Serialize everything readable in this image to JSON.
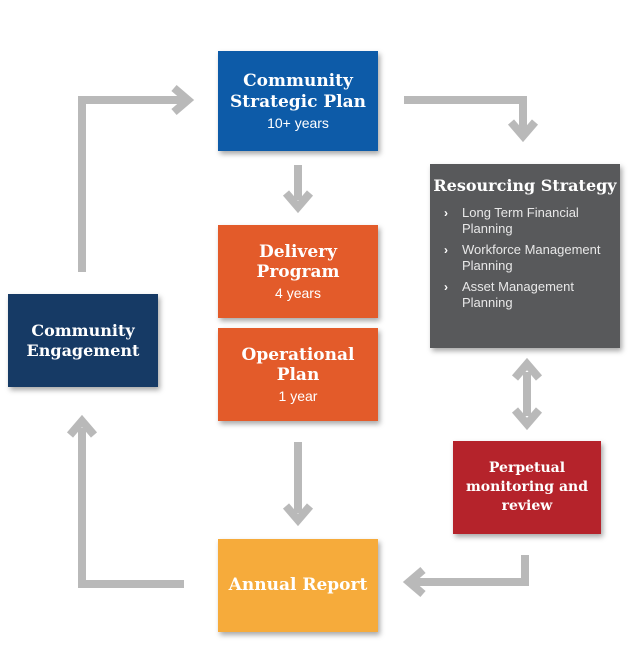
{
  "community_strategic_plan": {
    "title": "Community Strategic Plan",
    "subtitle": "10+ years"
  },
  "delivery_program": {
    "title": "Delivery Program",
    "subtitle": "4 years"
  },
  "operational_plan": {
    "title": "Operational Plan",
    "subtitle": "1 year"
  },
  "annual_report": {
    "title": "Annual Report"
  },
  "community_engagement": {
    "title": "Community Engagement"
  },
  "resourcing_strategy": {
    "title": "Resourcing Strategy",
    "items": [
      {
        "label": "Long Term Financial Planning"
      },
      {
        "label": "Workforce Management Planning"
      },
      {
        "label": "Asset Management Planning"
      }
    ]
  },
  "perpetual_monitoring": {
    "title": "Perpetual monitoring and review"
  },
  "colors": {
    "community_strategic_plan": "#0d5ba8",
    "delivery_operational": "#e35b2a",
    "annual_report": "#f6ab3b",
    "community_engagement": "#163a65",
    "resourcing_strategy": "#58595b",
    "perpetual_monitoring": "#b5232b",
    "arrows": "#b9b9b9"
  }
}
